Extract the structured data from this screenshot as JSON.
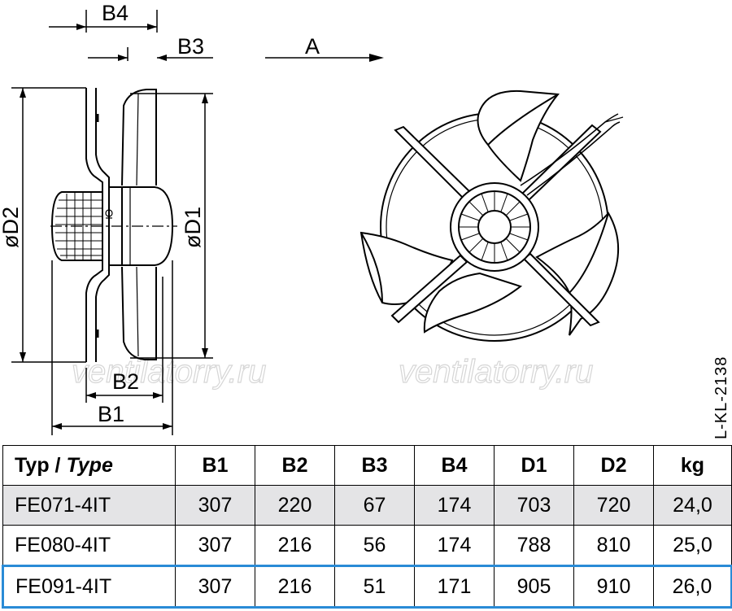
{
  "drawing": {
    "labels": {
      "b4": "B4",
      "b3": "B3",
      "a": "A",
      "d2": "øD2",
      "d1": "øD1",
      "b2": "B2",
      "b1": "B1"
    },
    "watermark_left": "ventilatorry.ru",
    "watermark_right": "ventilatorry.ru",
    "drawing_code": "L-KL-2138"
  },
  "table": {
    "headers": {
      "type_prefix": "Typ / ",
      "type_italic": "Type",
      "b1": "B1",
      "b2": "B2",
      "b3": "B3",
      "b4": "B4",
      "d1": "D1",
      "d2": "D2",
      "kg": "kg"
    },
    "rows": [
      {
        "type": "FE071-4IT",
        "b1": "307",
        "b2": "220",
        "b3": "67",
        "b4": "174",
        "d1": "703",
        "d2": "720",
        "kg": "24,0"
      },
      {
        "type": "FE080-4IT",
        "b1": "307",
        "b2": "216",
        "b3": "56",
        "b4": "174",
        "d1": "788",
        "d2": "810",
        "kg": "25,0"
      },
      {
        "type": "FE091-4IT",
        "b1": "307",
        "b2": "216",
        "b3": "51",
        "b4": "171",
        "d1": "905",
        "d2": "910",
        "kg": "26,0"
      }
    ],
    "row_shading_color": "#e4e4e6",
    "highlight_color": "#2a8bd6"
  }
}
